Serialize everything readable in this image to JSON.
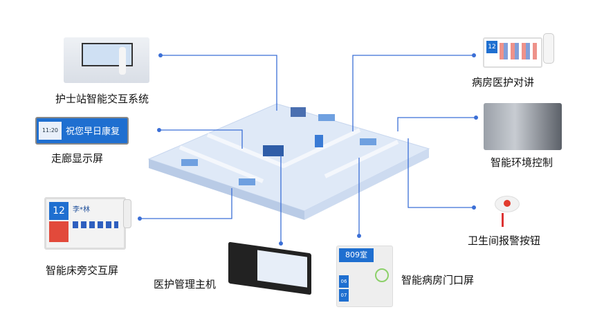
{
  "labels": {
    "nurse_station": "护士站智能交互系统",
    "corridor": "走廊显示屏",
    "bedside": "智能床旁交互屏",
    "host": "医护管理主机",
    "door": "智能病房门口屏",
    "toilet": "卫生间报警按钮",
    "environment": "智能环境控制",
    "intercom": "病房医护对讲"
  },
  "corridor_screen": {
    "message": "祝您早日康复",
    "time": "11:20"
  },
  "bedside_screen": {
    "bed": "12",
    "name": "李*林"
  },
  "door_screen": {
    "room": "809室",
    "beds": [
      "06",
      "07"
    ]
  },
  "intercom_screen": {
    "bed": "12"
  },
  "colors": {
    "line": "#3b6fd6",
    "floor": "#dfe9f7",
    "wall": "#eef3fb"
  }
}
